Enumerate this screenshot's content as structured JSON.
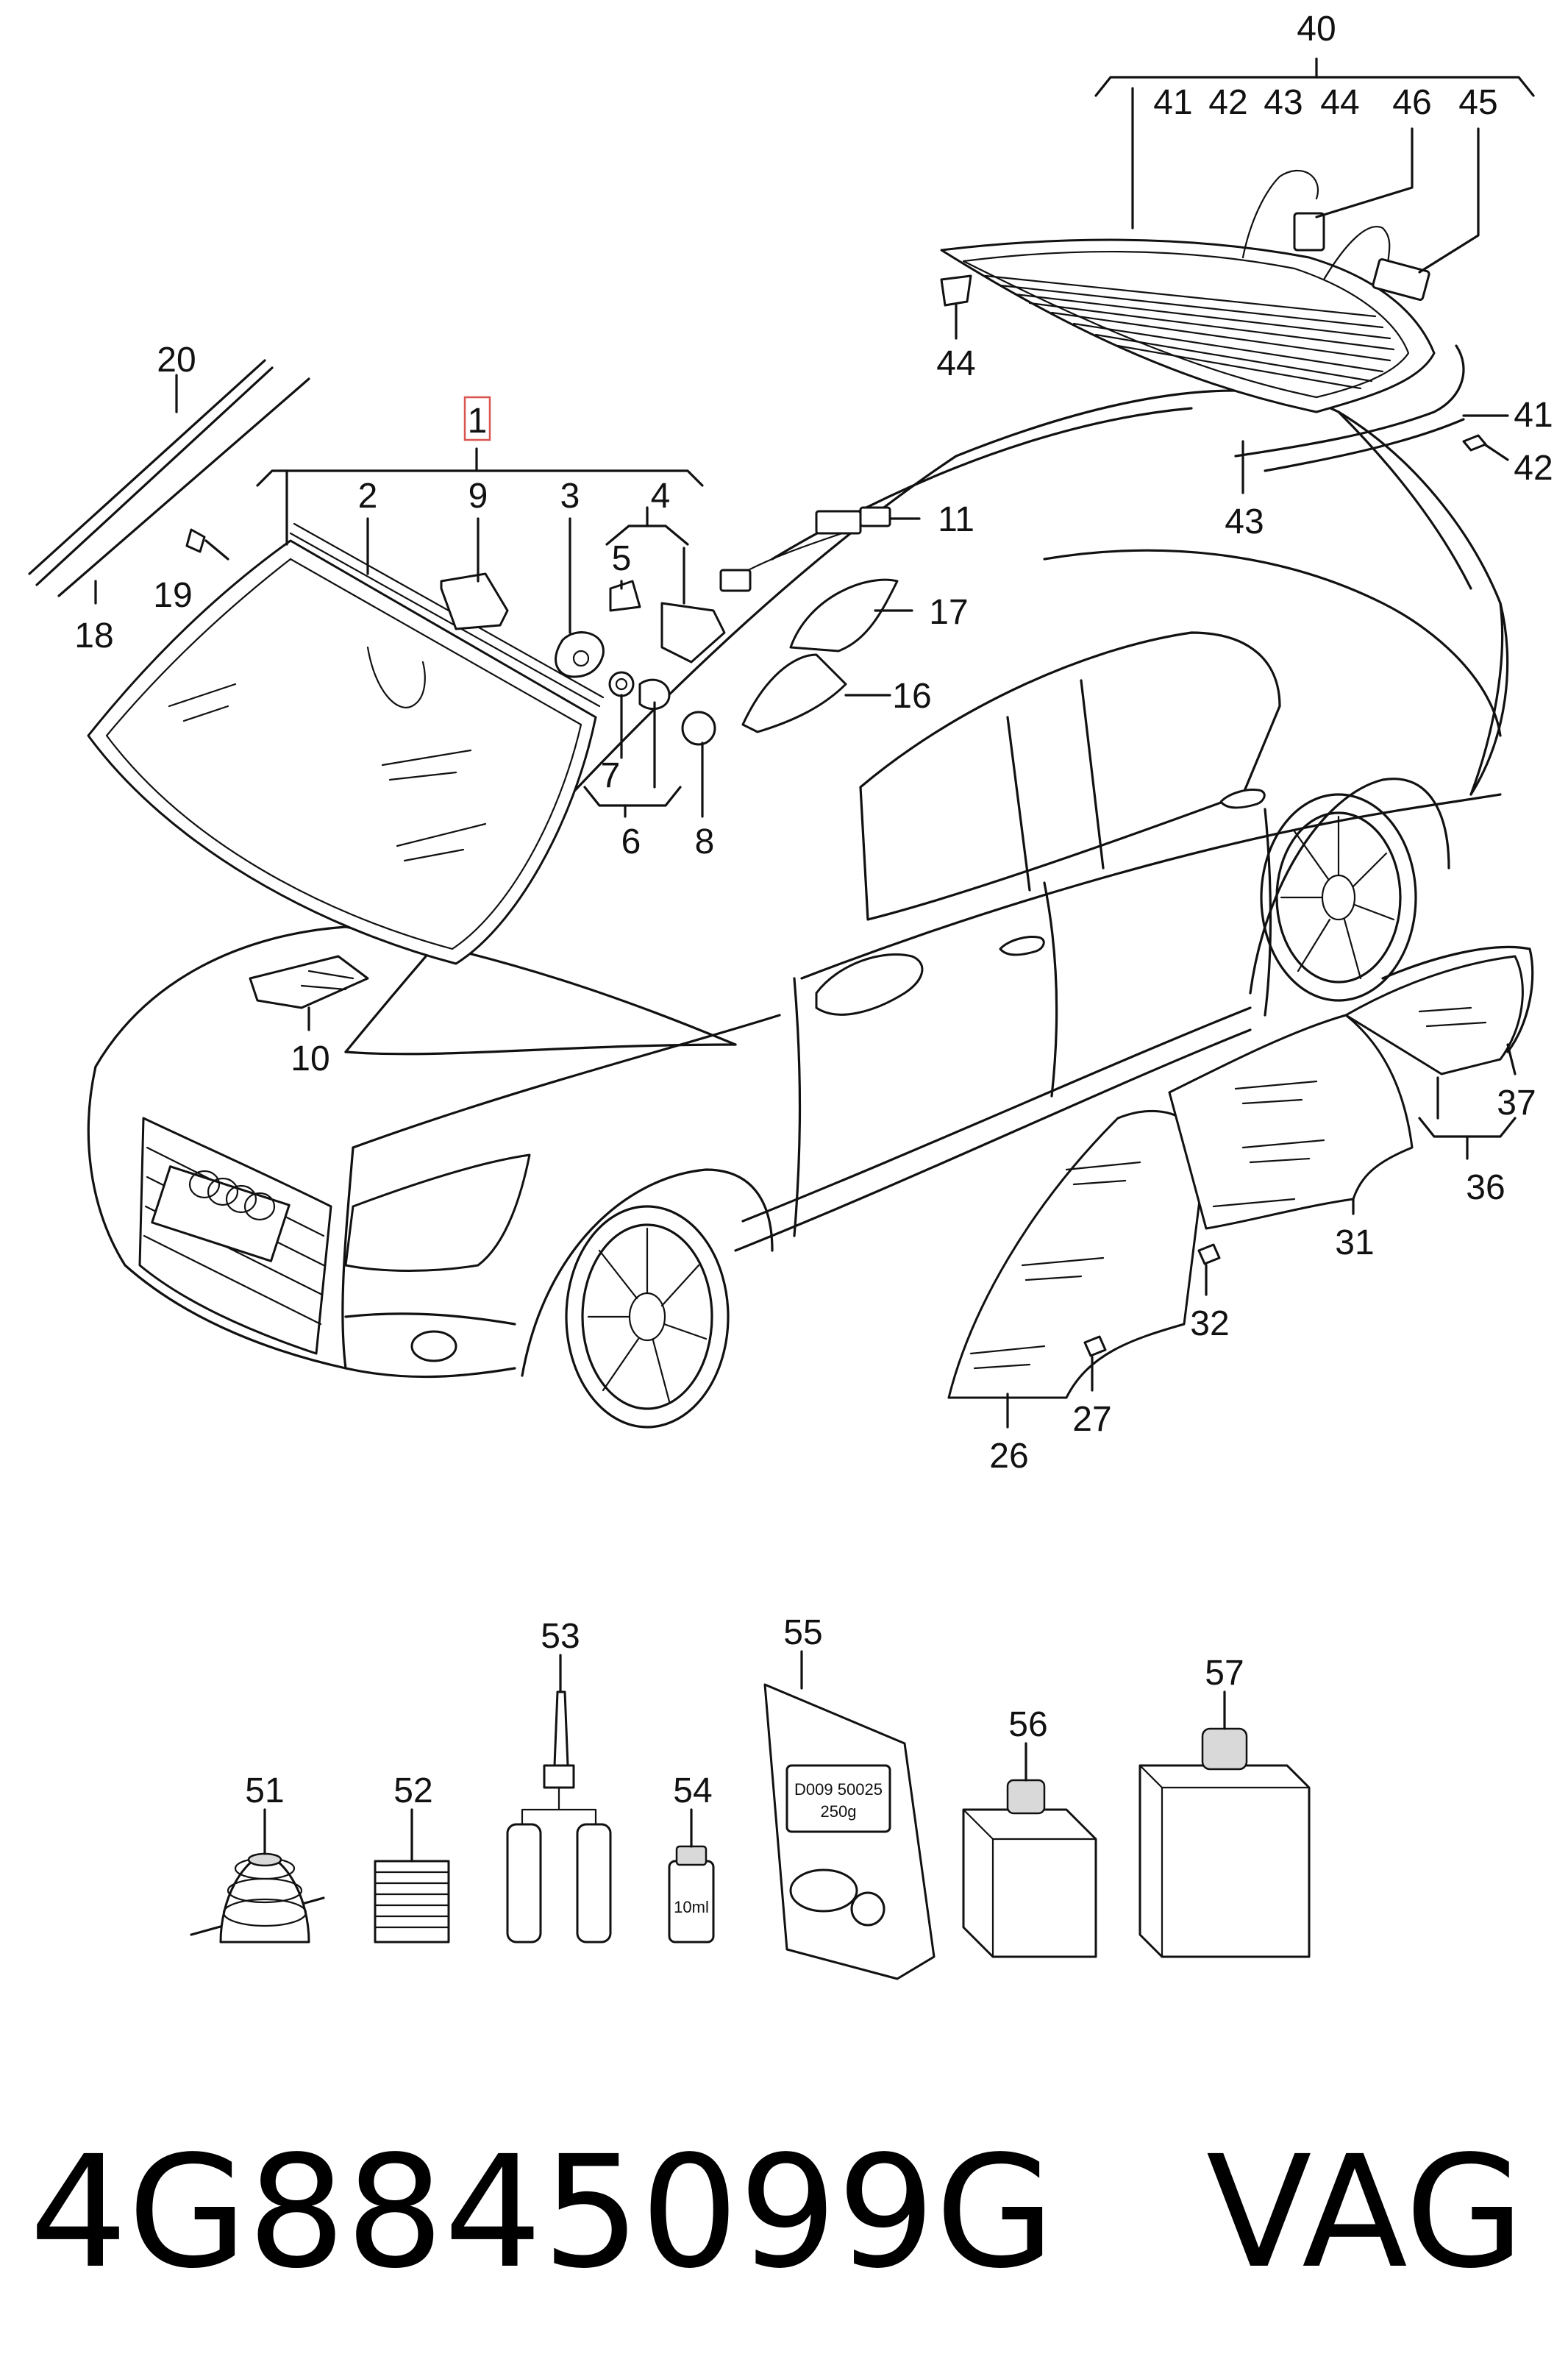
{
  "callouts": {
    "c1": "1",
    "c2": "2",
    "c3": "3",
    "c4": "4",
    "c5": "5",
    "c6": "6",
    "c7": "7",
    "c8": "8",
    "c9": "9",
    "c10": "10",
    "c11": "11",
    "c16": "16",
    "c17": "17",
    "c18": "18",
    "c19": "19",
    "c20": "20",
    "c26": "26",
    "c27": "27",
    "c31": "31",
    "c32": "32",
    "c36": "36",
    "c37": "37",
    "c40": "40",
    "c41a": "41",
    "c42a": "42",
    "c43a": "43",
    "c44a": "44",
    "c46": "46",
    "c45": "45",
    "c44b": "44",
    "c41b": "41",
    "c42b": "42",
    "c43b": "43",
    "c51": "51",
    "c52": "52",
    "c53": "53",
    "c54": "54",
    "c55": "55",
    "c56": "56",
    "c57": "57"
  },
  "product_labels": {
    "vial": "10ml",
    "kit_line1": "D009 50025",
    "kit_line2": "250g"
  },
  "footer": {
    "part_number": "4G8845099G",
    "brand": "VAG"
  },
  "colors": {
    "highlight_box": "#d9534f",
    "ink": "#111111"
  }
}
